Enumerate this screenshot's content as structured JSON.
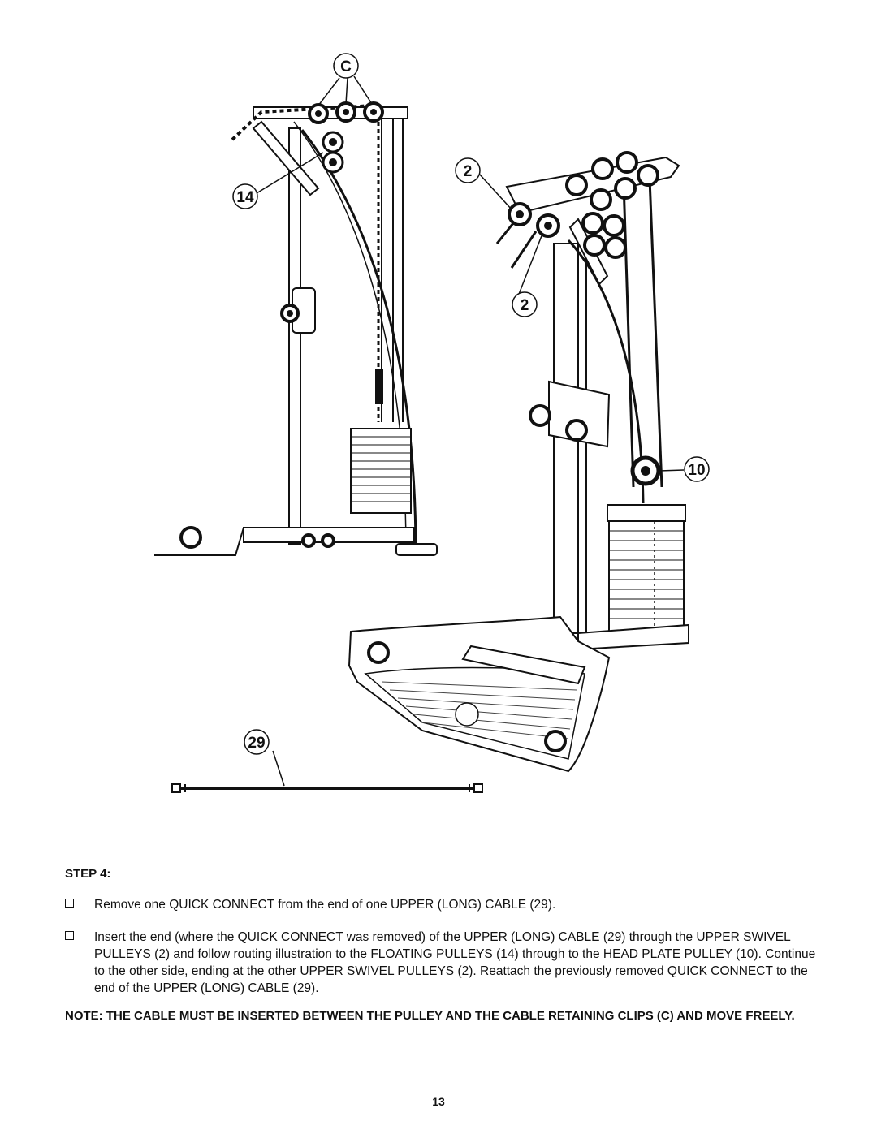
{
  "figure": {
    "callouts": {
      "c": "C",
      "fourteen": "14",
      "two_top": "2",
      "two_mid": "2",
      "ten": "10",
      "twentynine": "29"
    }
  },
  "step": {
    "title": "STEP 4:",
    "bullets": [
      "Remove one QUICK CONNECT from the end of one UPPER (LONG) CABLE (29).",
      "Insert the end (where the QUICK CONNECT was removed) of the UPPER (LONG) CABLE (29) through the UPPER SWIVEL PULLEYS (2) and follow routing illustration to the FLOATING PULLEYS (14) through to the HEAD PLATE PULLEY (10). Continue to the other side, ending at the other UPPER SWIVEL PULLEYS (2). Reattach the previously removed QUICK CONNECT to the end of the UPPER (LONG) CABLE (29)."
    ]
  },
  "note": "NOTE: THE CABLE MUST BE INSERTED BETWEEN THE PULLEY AND THE CABLE RETAINING CLIPS (C) AND MOVE FREELY.",
  "page_number": "13"
}
